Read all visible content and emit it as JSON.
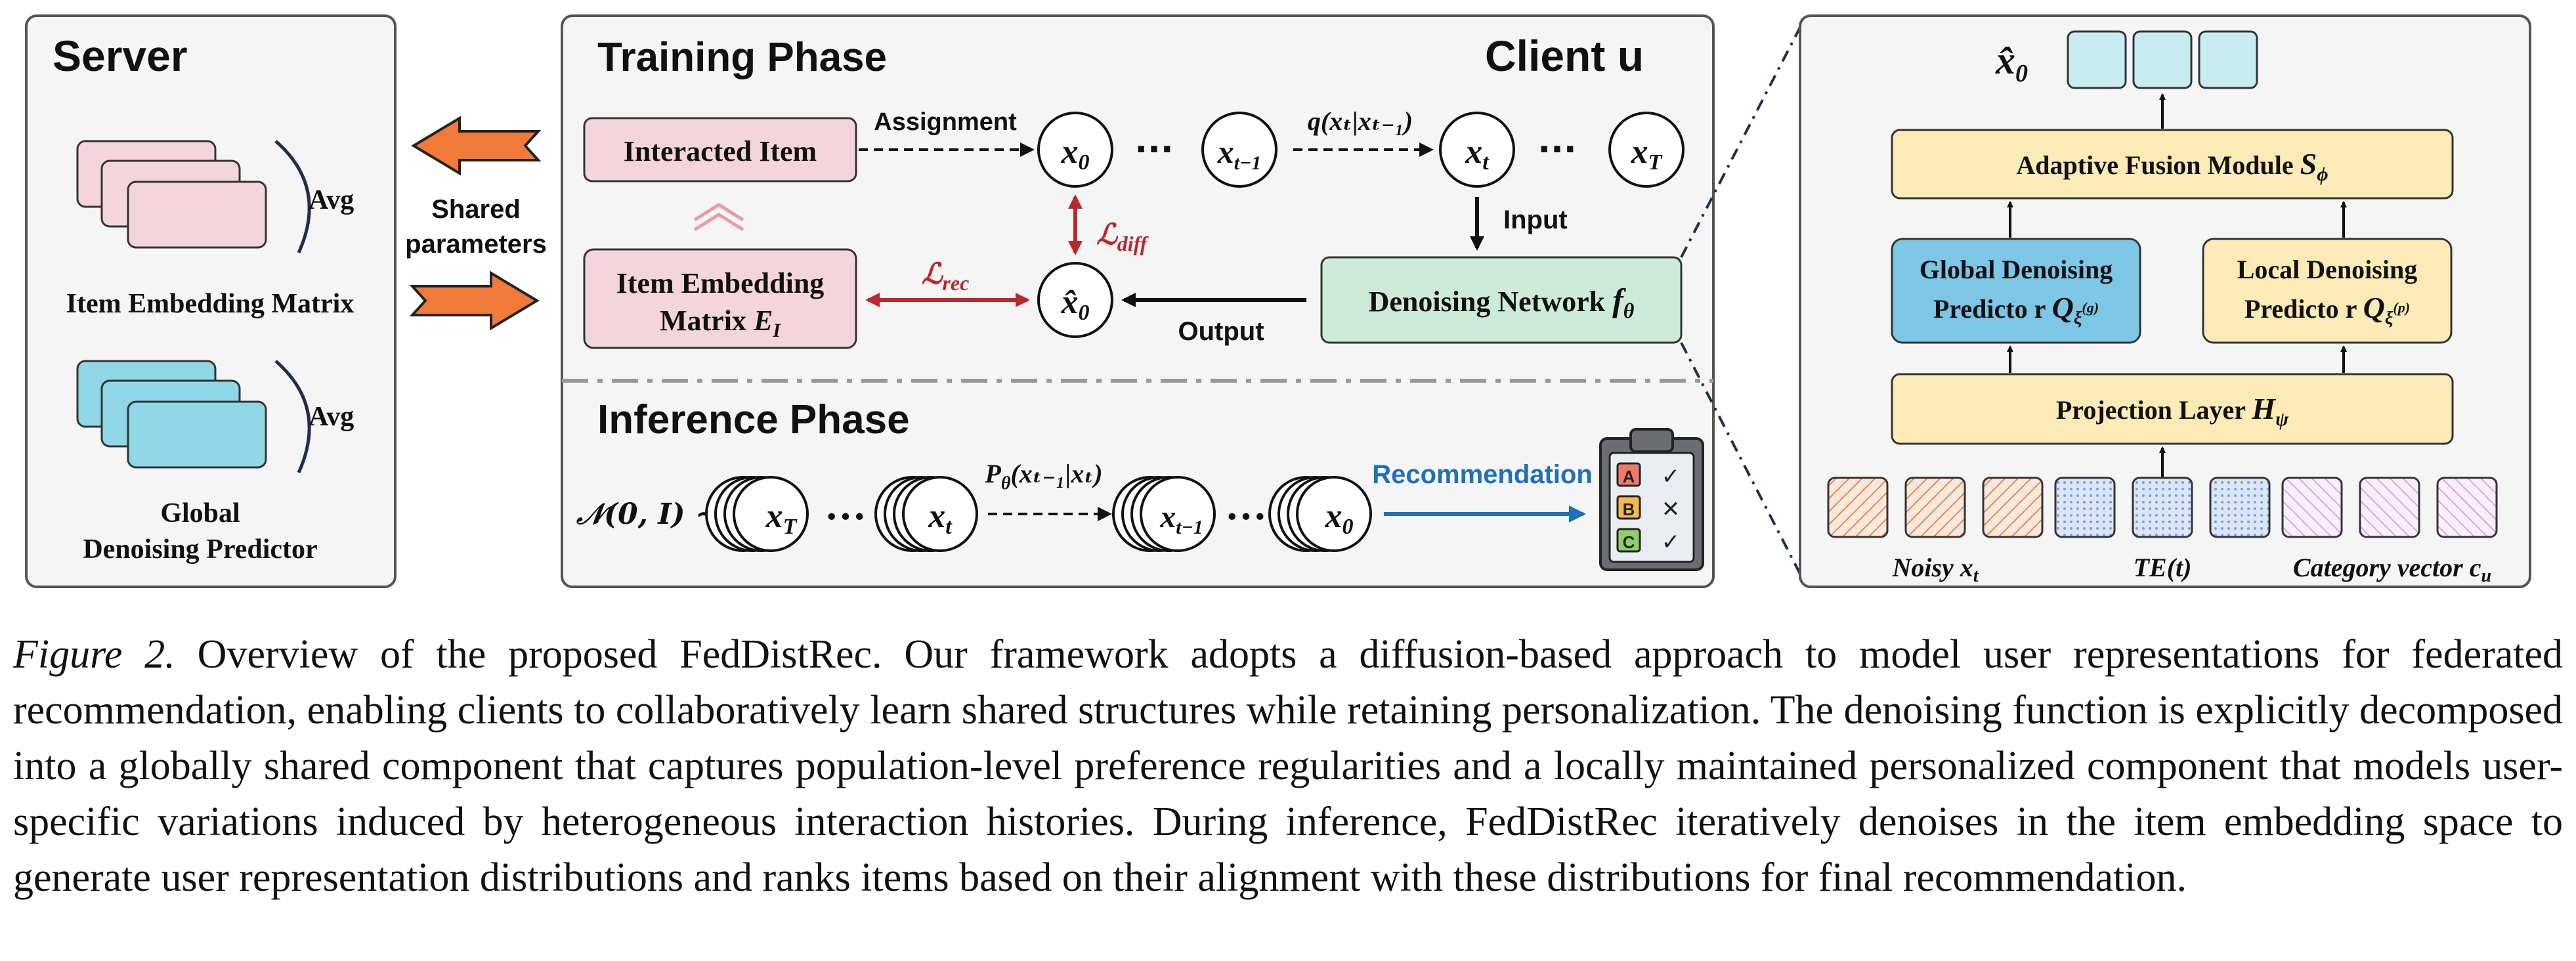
{
  "server": {
    "title": "Server",
    "avg_label": "Avg",
    "item_matrix_label": "Item Embedding Matrix",
    "global_pred_line1": "Global",
    "global_pred_line2": "Denoising Predictor"
  },
  "shared": {
    "line1": "Shared",
    "line2": "parameters"
  },
  "training": {
    "title": "Training Phase",
    "client_label": "Client",
    "client_var": "u",
    "interacted_item": "Interacted Item",
    "assignment_label": "Assignment",
    "q_label_prefix": "q",
    "q_label_args": "(xₜ|xₜ₋₁)",
    "input_label": "Input",
    "output_label": "Output",
    "item_emb_line1": "Item Embedding",
    "item_emb_line2": "Matrix",
    "item_emb_var": "E",
    "item_emb_sub": "I",
    "loss_diff": "ℒ",
    "loss_diff_sub": "diff",
    "loss_rec": "ℒ",
    "loss_rec_sub": "rec",
    "denoise_label": "Denoising Network",
    "denoise_var": "f",
    "denoise_sub": "θ",
    "ellipsis": "···",
    "x": "x",
    "sub_0": "0",
    "sub_t1": "t−1",
    "sub_t": "t",
    "sub_T": "T"
  },
  "inference": {
    "title": "Inference Phase",
    "noise_prefix": "𝒩(0, I) ~",
    "p_label": "P",
    "p_sub": "θ",
    "p_args": "(xₜ₋₁|xₜ)",
    "recommendation": "Recommendation",
    "dots": "•••",
    "clip_rows": [
      "A",
      "B",
      "C"
    ],
    "clip_marks": [
      "✓",
      "✕",
      "✓"
    ]
  },
  "detail": {
    "xhat0": "x̂",
    "xhat0_sub": "0",
    "fusion_label": "Adaptive Fusion Module",
    "fusion_var": "S",
    "fusion_sub": "ϕ",
    "global_line1": "Global Denoising",
    "global_line2": "Predicto r",
    "global_var": "Q",
    "global_sub": "ξ",
    "global_sup": "(g)",
    "local_line1": "Local Denoising",
    "local_line2": "Predicto r",
    "local_var": "Q",
    "local_sub": "ξ",
    "local_sup": "(p)",
    "projection_label": "Projection Layer",
    "projection_var": "H",
    "projection_sub": "ψ",
    "noisy_label": "Noisy",
    "noisy_var": "x",
    "noisy_sub": "t",
    "te_label": "TE(t)",
    "cat_label": "Category vector",
    "cat_var": "c",
    "cat_sub": "u"
  },
  "colors": {
    "pink_fill": "#f5d5dc",
    "cyan_fill": "#8fd6e6",
    "green_fill": "#cdebd9",
    "yellow_fill": "#fcebb6",
    "blue_fill": "#7ec6e6",
    "orange_arrow": "#f07a38",
    "red_arrow": "#b8282d",
    "rec_blue": "#1f6fba",
    "panel_bg": "#f5f5f5"
  },
  "caption": {
    "lead": "Figure 2.",
    "text": " Overview of the proposed FedDistRec. Our framework adopts a diffusion-based approach to model user representations for federated recommendation, enabling clients to collaboratively learn shared structures while retaining personalization. The denoising function is explicitly decomposed into a globally shared component that captures population-level preference regularities and a locally maintained personalized component that models user-specific variations induced by heterogeneous interaction histories. During inference, FedDistRec iteratively denoises in the item embedding space to generate user representation distributions and ranks items based on their alignment with these distributions for final recommendation."
  }
}
